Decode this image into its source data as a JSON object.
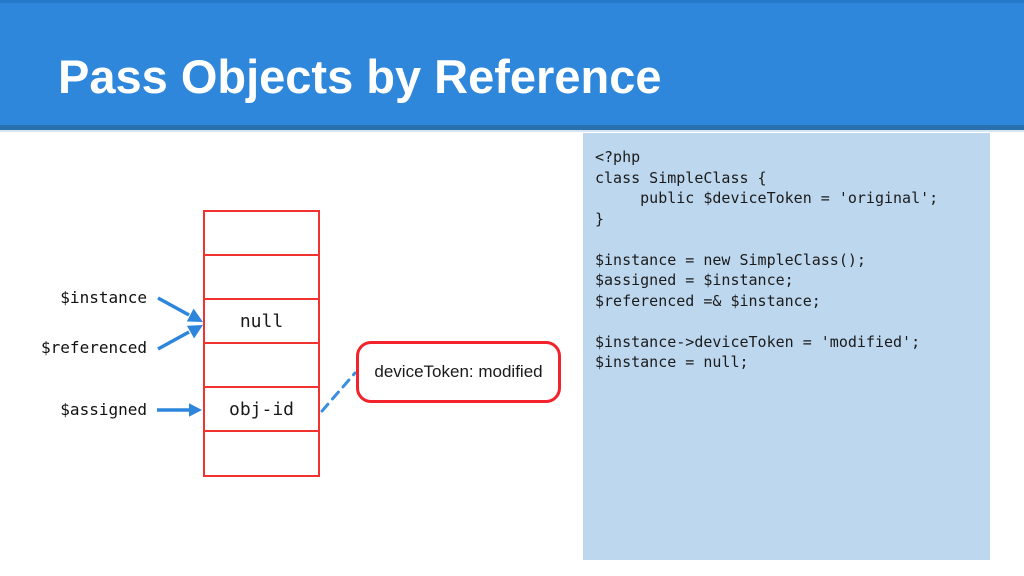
{
  "slide": {
    "title": "Pass Objects by Reference",
    "colors": {
      "header_blue": "#2E87DB",
      "header_top_strip": "#2579C9",
      "header_underline": "#2B70AE",
      "code_panel_bg": "#BDD7EE",
      "accent_red": "#F2232B",
      "arrow_blue": "#2E86DC",
      "text_dark": "#1A1A1A"
    }
  },
  "diagram": {
    "variable_labels": [
      {
        "label": "$instance"
      },
      {
        "label": "$referenced"
      },
      {
        "label": "$assigned"
      }
    ],
    "memory_cells": [
      {
        "value": ""
      },
      {
        "value": ""
      },
      {
        "value": "null"
      },
      {
        "value": ""
      },
      {
        "value": "obj-id"
      },
      {
        "value": ""
      }
    ],
    "callout_text": "deviceToken: modified"
  },
  "code_panel": {
    "lines": [
      "<?php",
      "class SimpleClass {",
      "     public $deviceToken = 'original';",
      "}",
      "",
      "$instance = new SimpleClass();",
      "$assigned = $instance;",
      "$referenced =& $instance;",
      "",
      "$instance->deviceToken = 'modified';",
      "$instance = null;"
    ]
  }
}
